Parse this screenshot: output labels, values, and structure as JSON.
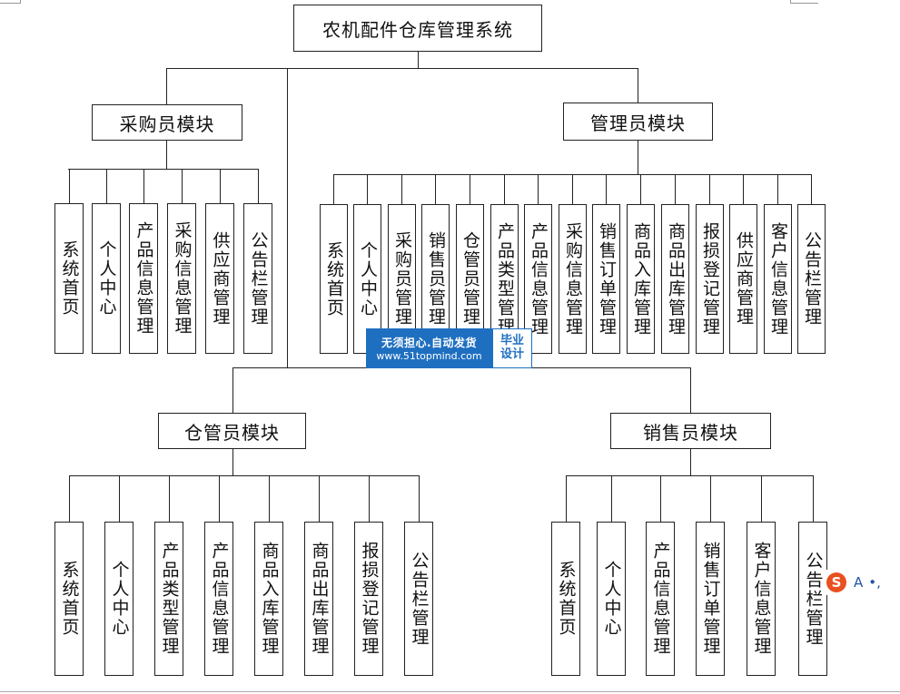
{
  "title": "农机配件仓库管理系统",
  "modules": {
    "purchaser": {
      "label": "采购员模块",
      "items": [
        "系统首页",
        "个人中心",
        "产品信息管理",
        "采购信息管理",
        "供应商管理",
        "公告栏管理"
      ]
    },
    "admin": {
      "label": "管理员模块",
      "items": [
        "系统首页",
        "个人中心",
        "采购员管理",
        "销售员管理",
        "仓管员管理",
        "产品类型管理",
        "产品信息管理",
        "采购信息管理",
        "销售订单管理",
        "商品入库管理",
        "商品出库管理",
        "报损登记管理",
        "供应商管理",
        "客户信息管理",
        "公告栏管理"
      ]
    },
    "warehouse": {
      "label": "仓管员模块",
      "items": [
        "系统首页",
        "个人中心",
        "产品类型管理",
        "产品信息管理",
        "商品入库管理",
        "商品出库管理",
        "报损登记管理",
        "公告栏管理"
      ]
    },
    "sales": {
      "label": "销售员模块",
      "items": [
        "系统首页",
        "个人中心",
        "产品信息管理",
        "销售订单管理",
        "客户信息管理",
        "公告栏管理"
      ]
    }
  },
  "watermark": {
    "line1": "无须担心.自动发货",
    "line2": "www.51topmind.com",
    "badge1": "毕业",
    "badge2": "设计"
  },
  "ime": {
    "logo": "S",
    "mode": "A",
    "punct": "•,"
  }
}
